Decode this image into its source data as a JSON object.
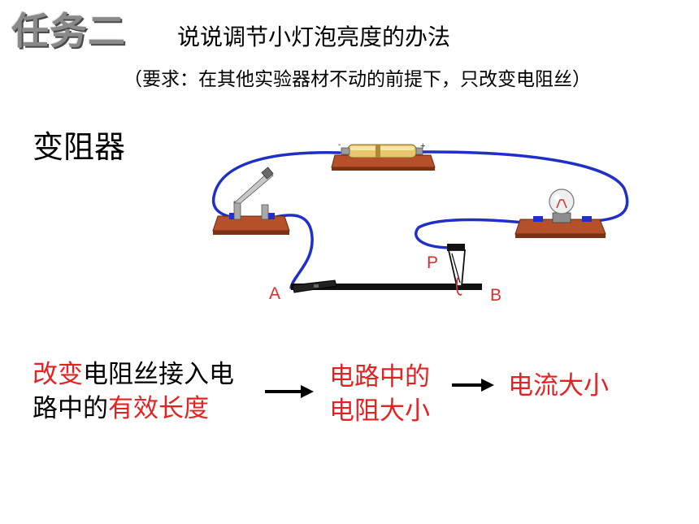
{
  "header": {
    "task_title": "任务二",
    "task_desc": "说说调节小灯泡亮度的办法",
    "requirement": "（要求：在其他实验器材不动的前提下，只改变电阻丝）"
  },
  "section_title": "变阻器",
  "labels": {
    "a": "A",
    "b": "B",
    "p": "P"
  },
  "cause": {
    "part1": "改变",
    "part2": "电阻丝接入电",
    "part3": "路中的",
    "part4": "有效长度"
  },
  "middle": {
    "line1": "电路中的",
    "line2": "电阻大小"
  },
  "result": "电流大小",
  "colors": {
    "red": "#e52222",
    "wire": "#1f2fc7",
    "board": "#b5502a"
  }
}
